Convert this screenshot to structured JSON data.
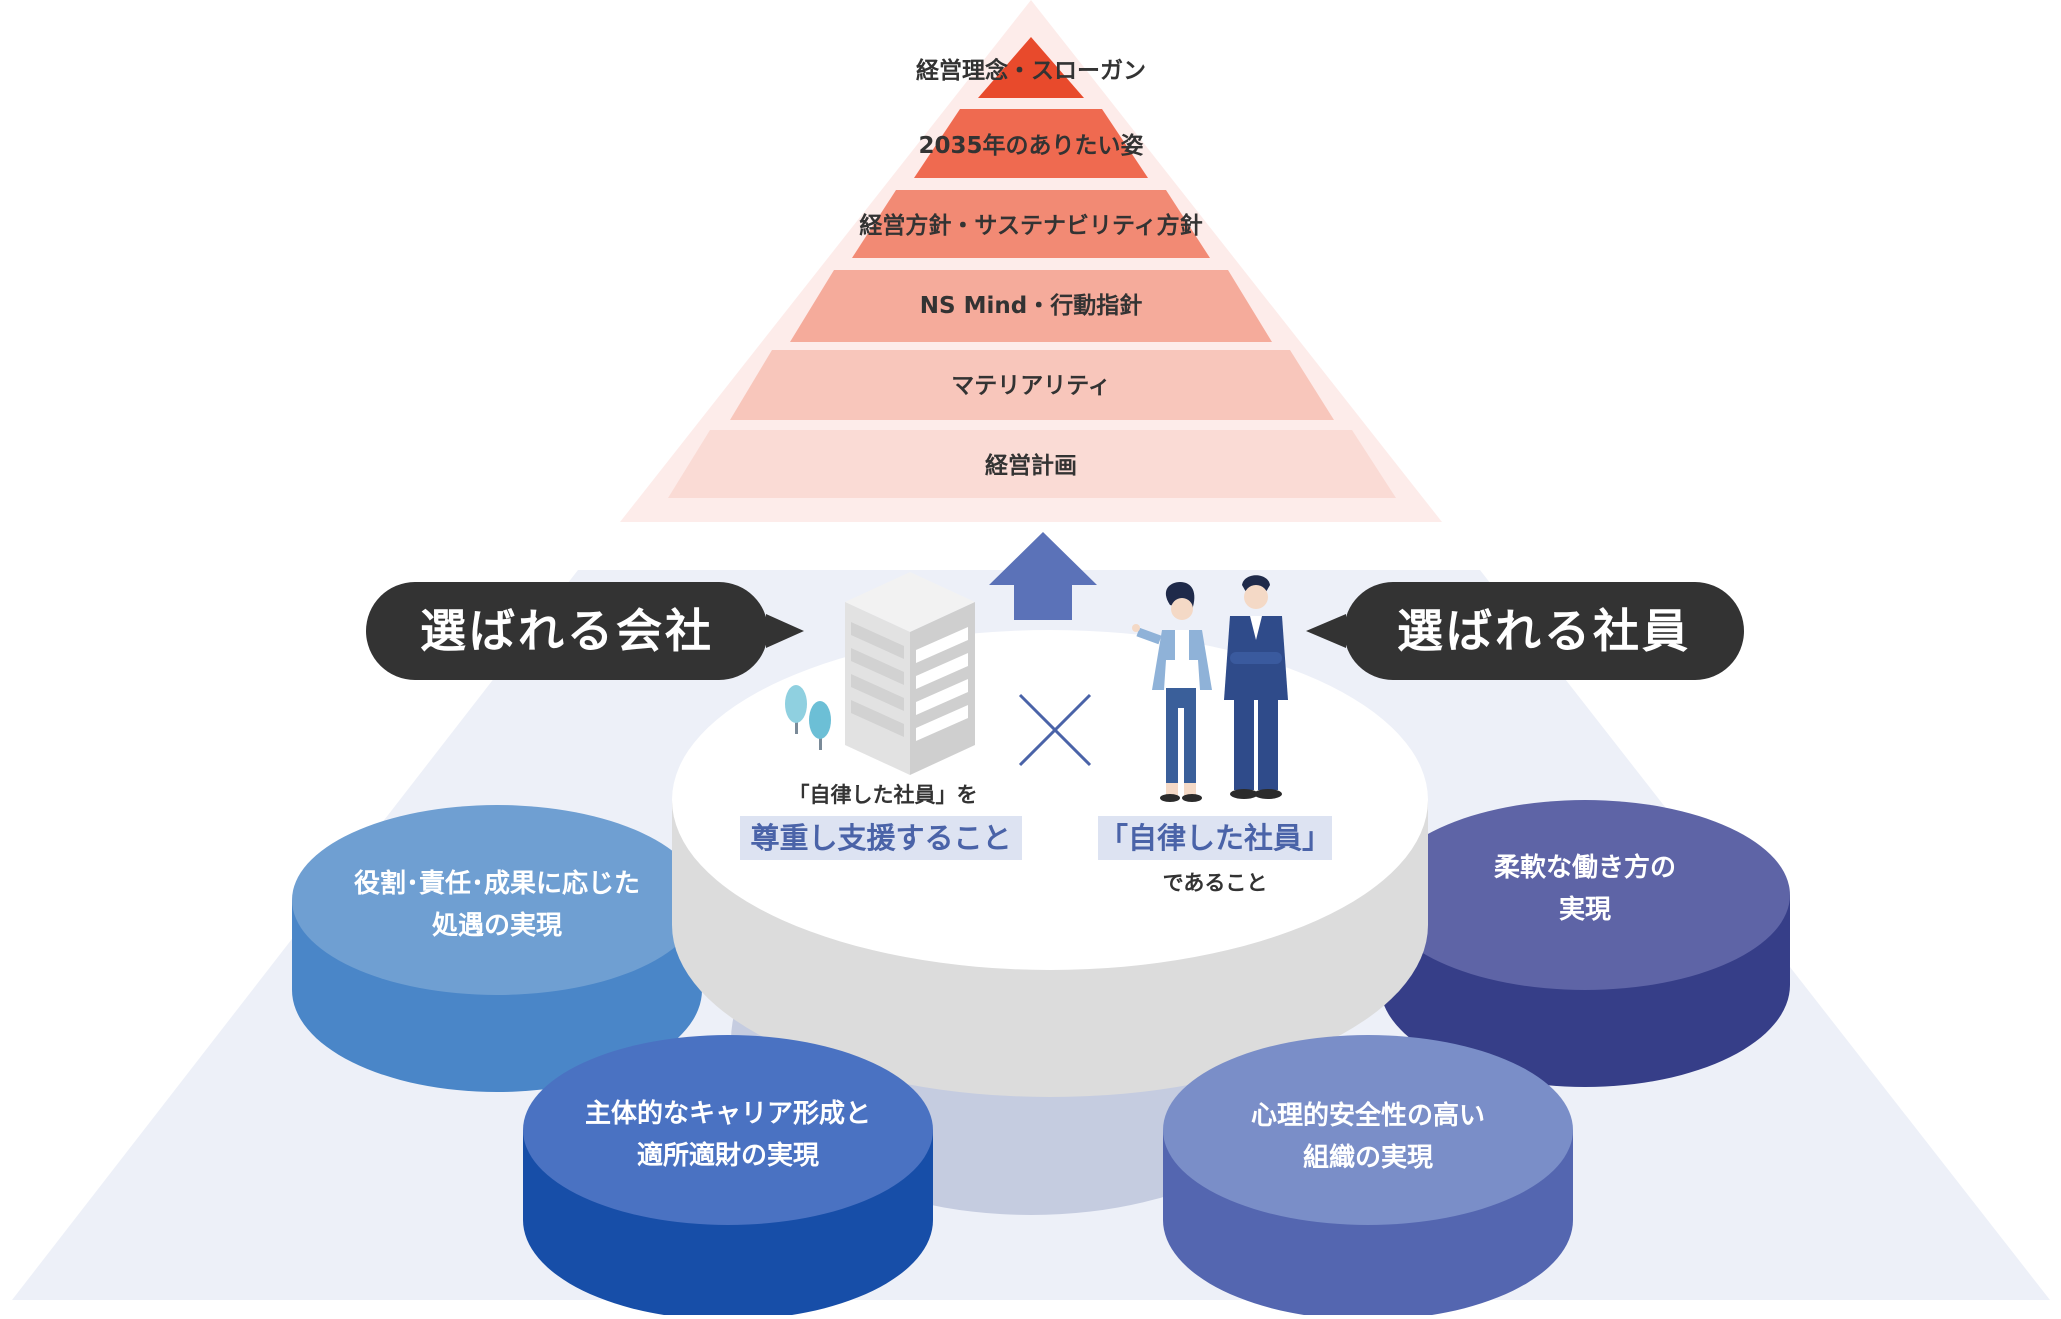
{
  "pyramid": {
    "tiers": [
      {
        "label": "経営理念・スローガン",
        "color": "#e84a2c"
      },
      {
        "label": "2035年のありたい姿",
        "color": "#ef6a50"
      },
      {
        "label": "経営方針・サステナビリティ方針",
        "color": "#f28a74"
      },
      {
        "label": "NS Mind・行動指針",
        "color": "#f5ab9b"
      },
      {
        "label": "マテリアリティ",
        "color": "#f8c6bb"
      },
      {
        "label": "経営計画",
        "color": "#fadbd5"
      }
    ],
    "halo_color": "#fdecea"
  },
  "bubbles": {
    "left": "選ばれる会社",
    "right": "選ばれる社員",
    "color": "#333333"
  },
  "center": {
    "left_caption": "「自律した社員」を",
    "left_highlight": "尊重し支援すること",
    "right_highlight": "「自律した社員」",
    "right_caption": "であること",
    "highlight_bg": "#dde3f2",
    "highlight_text": "#4a63a8"
  },
  "pillars": [
    {
      "line1": "役割･責任･成果に応じた",
      "line2": "処遇の実現",
      "top": "#6f9fd2",
      "side": "#4a86c8"
    },
    {
      "line1": "主体的なキャリア形成と",
      "line2": "適所適財の実現",
      "top": "#4a72c2",
      "side": "#174ea8"
    },
    {
      "line1": "心理的安全性の高い",
      "line2": "組織の実現",
      "top": "#7a8ec8",
      "side": "#5466b0"
    },
    {
      "line1": "柔軟な働き方の",
      "line2": "実現",
      "top": "#5e64a6",
      "side": "#363e88"
    }
  ],
  "colors": {
    "base": "#edf0f8",
    "arrow": "#5b72b8",
    "disc_top": "#ffffff",
    "disc_side": "#dcdcdc"
  }
}
